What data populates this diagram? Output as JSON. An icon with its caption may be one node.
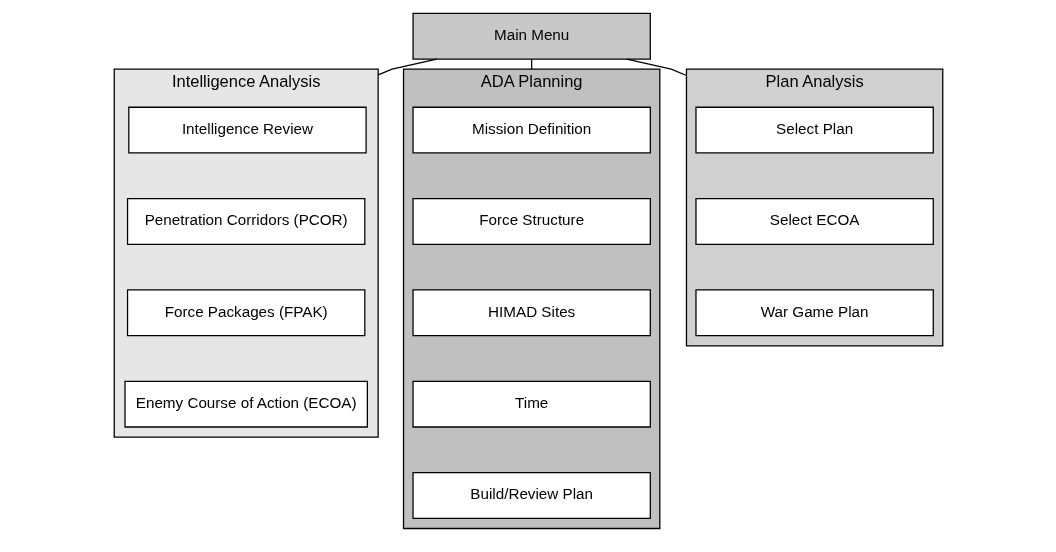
{
  "diagram": {
    "nodes": [
      {
        "text": [
          "Main Menu"
        ]
      },
      {
        "text": [
          "Intelligence Analysis"
        ]
      },
      {
        "text": [
          "Intelligence Review"
        ],
        "in": 1
      },
      {
        "text": [
          "Penetration Corridors (PCOR)"
        ],
        "in": 1
      },
      {
        "text": [
          "Force Packages (FPAK)"
        ],
        "in": 1
      },
      {
        "text": [
          "Enemy Course of Action (ECOA)"
        ],
        "in": 1
      },
      {
        "text": [
          "ADA Planning"
        ]
      },
      {
        "text": [
          "Mission Definition"
        ],
        "in": 6
      },
      {
        "text": [
          "Force Structure"
        ],
        "in": 6
      },
      {
        "text": [
          "HIMAD Sites"
        ],
        "in": 6
      },
      {
        "text": [
          "Time"
        ],
        "in": 6
      },
      {
        "text": [
          "Build/Review Plan"
        ],
        "in": 6
      },
      {
        "text": [
          "Plan Analysis"
        ]
      },
      {
        "text": [
          "Select Plan"
        ],
        "in": 12
      },
      {
        "text": [
          "Select ECOA"
        ],
        "in": 12
      },
      {
        "text": [
          "War Game Plan"
        ],
        "in": 12
      }
    ],
    "edges": [
      {
        "from": 0,
        "to": 1,
        "arrow": "none"
      },
      {
        "from": 0,
        "to": 6,
        "arrow": "none"
      },
      {
        "from": 0,
        "to": 12,
        "arrow": "none"
      }
    ]
  }
}
